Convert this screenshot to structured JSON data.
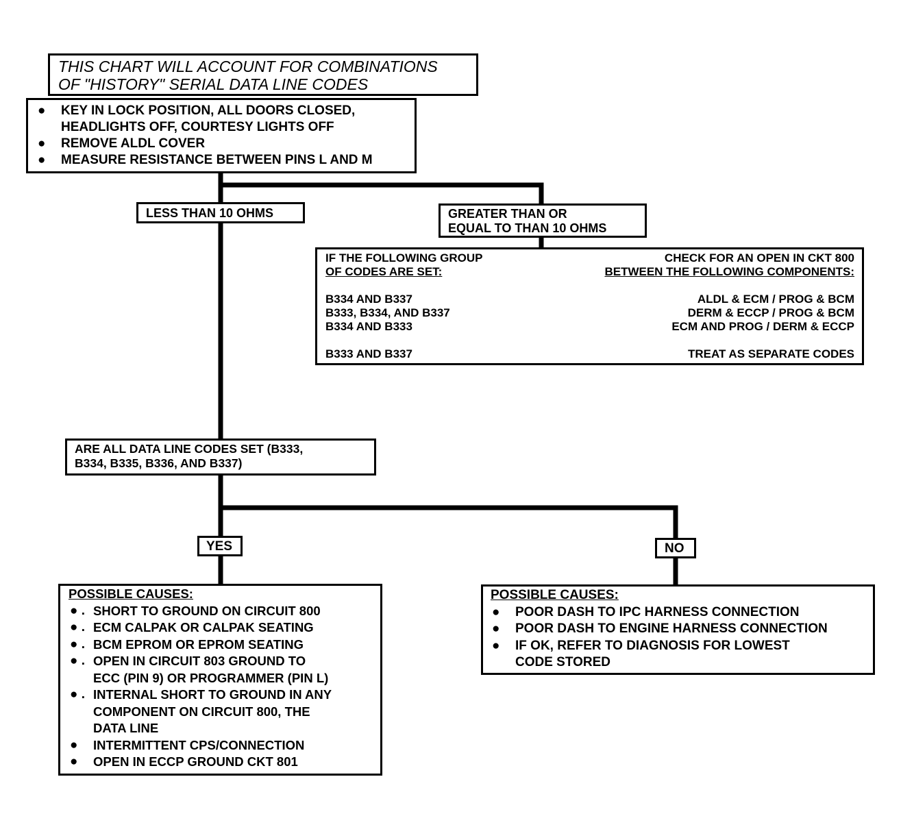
{
  "title": {
    "lines": [
      "THIS CHART WILL ACCOUNT FOR COMBINATIONS",
      "OF \"HISTORY\" SERIAL DATA LINE CODES"
    ]
  },
  "steps": {
    "bullet": "●",
    "items": [
      {
        "lines": [
          "KEY IN LOCK POSITION, ALL DOORS CLOSED,",
          "HEADLIGHTS OFF, COURTESY LIGHTS OFF"
        ]
      },
      {
        "lines": [
          "REMOVE ALDL COVER"
        ]
      },
      {
        "lines": [
          "MEASURE RESISTANCE BETWEEN PINS L AND M"
        ]
      }
    ]
  },
  "branch_less": {
    "label": "LESS THAN 10 OHMS"
  },
  "branch_greater": {
    "lines": [
      "GREATER THAN OR",
      "EQUAL TO THAN 10 OHMS"
    ]
  },
  "code_table": {
    "header_left": [
      "IF THE FOLLOWING GROUP",
      "OF CODES ARE SET:"
    ],
    "header_right": [
      "CHECK FOR AN OPEN IN CKT 800",
      "BETWEEN THE FOLLOWING COMPONENTS:"
    ],
    "rows": [
      {
        "codes": "B334 AND B337",
        "components": "ALDL & ECM / PROG & BCM"
      },
      {
        "codes": "B333, B334, AND B337",
        "components": "DERM & ECCP / PROG & BCM"
      },
      {
        "codes": "B334 AND B333",
        "components": "ECM AND PROG / DERM & ECCP"
      },
      {
        "codes": "B333 AND B337",
        "components": "TREAT AS SEPARATE CODES"
      }
    ]
  },
  "question": {
    "lines": [
      "ARE ALL DATA LINE CODES SET (B333,",
      "B334, B335, B336, AND B337)"
    ]
  },
  "answer_yes": {
    "label": "YES"
  },
  "answer_no": {
    "label": "NO"
  },
  "yes_causes": {
    "heading": "POSSIBLE CAUSES:",
    "items": [
      {
        "bullet": "● .",
        "lines": [
          "SHORT TO GROUND ON CIRCUIT 800"
        ]
      },
      {
        "bullet": "● .",
        "lines": [
          "ECM CALPAK OR CALPAK SEATING"
        ]
      },
      {
        "bullet": "● .",
        "lines": [
          "BCM EPROM OR EPROM SEATING"
        ]
      },
      {
        "bullet": "● .",
        "lines": [
          "OPEN IN CIRCUIT 803 GROUND TO",
          "ECC (PIN 9) OR PROGRAMMER (PIN L)"
        ]
      },
      {
        "bullet": "● .",
        "lines": [
          "INTERNAL SHORT TO GROUND IN ANY",
          "COMPONENT ON CIRCUIT 800, THE",
          "DATA LINE"
        ]
      },
      {
        "bullet": "●",
        "lines": [
          "INTERMITTENT CPS/CONNECTION"
        ]
      },
      {
        "bullet": "●",
        "lines": [
          "OPEN IN ECCP GROUND CKT 801"
        ]
      }
    ]
  },
  "no_causes": {
    "heading": "POSSIBLE CAUSES:",
    "items": [
      {
        "bullet": "●",
        "lines": [
          "POOR DASH TO IPC HARNESS CONNECTION"
        ]
      },
      {
        "bullet": "●",
        "lines": [
          "POOR DASH TO ENGINE HARNESS CONNECTION"
        ]
      },
      {
        "bullet": "●",
        "lines": [
          "IF OK, REFER TO DIAGNOSIS FOR LOWEST",
          "CODE STORED"
        ]
      }
    ]
  }
}
